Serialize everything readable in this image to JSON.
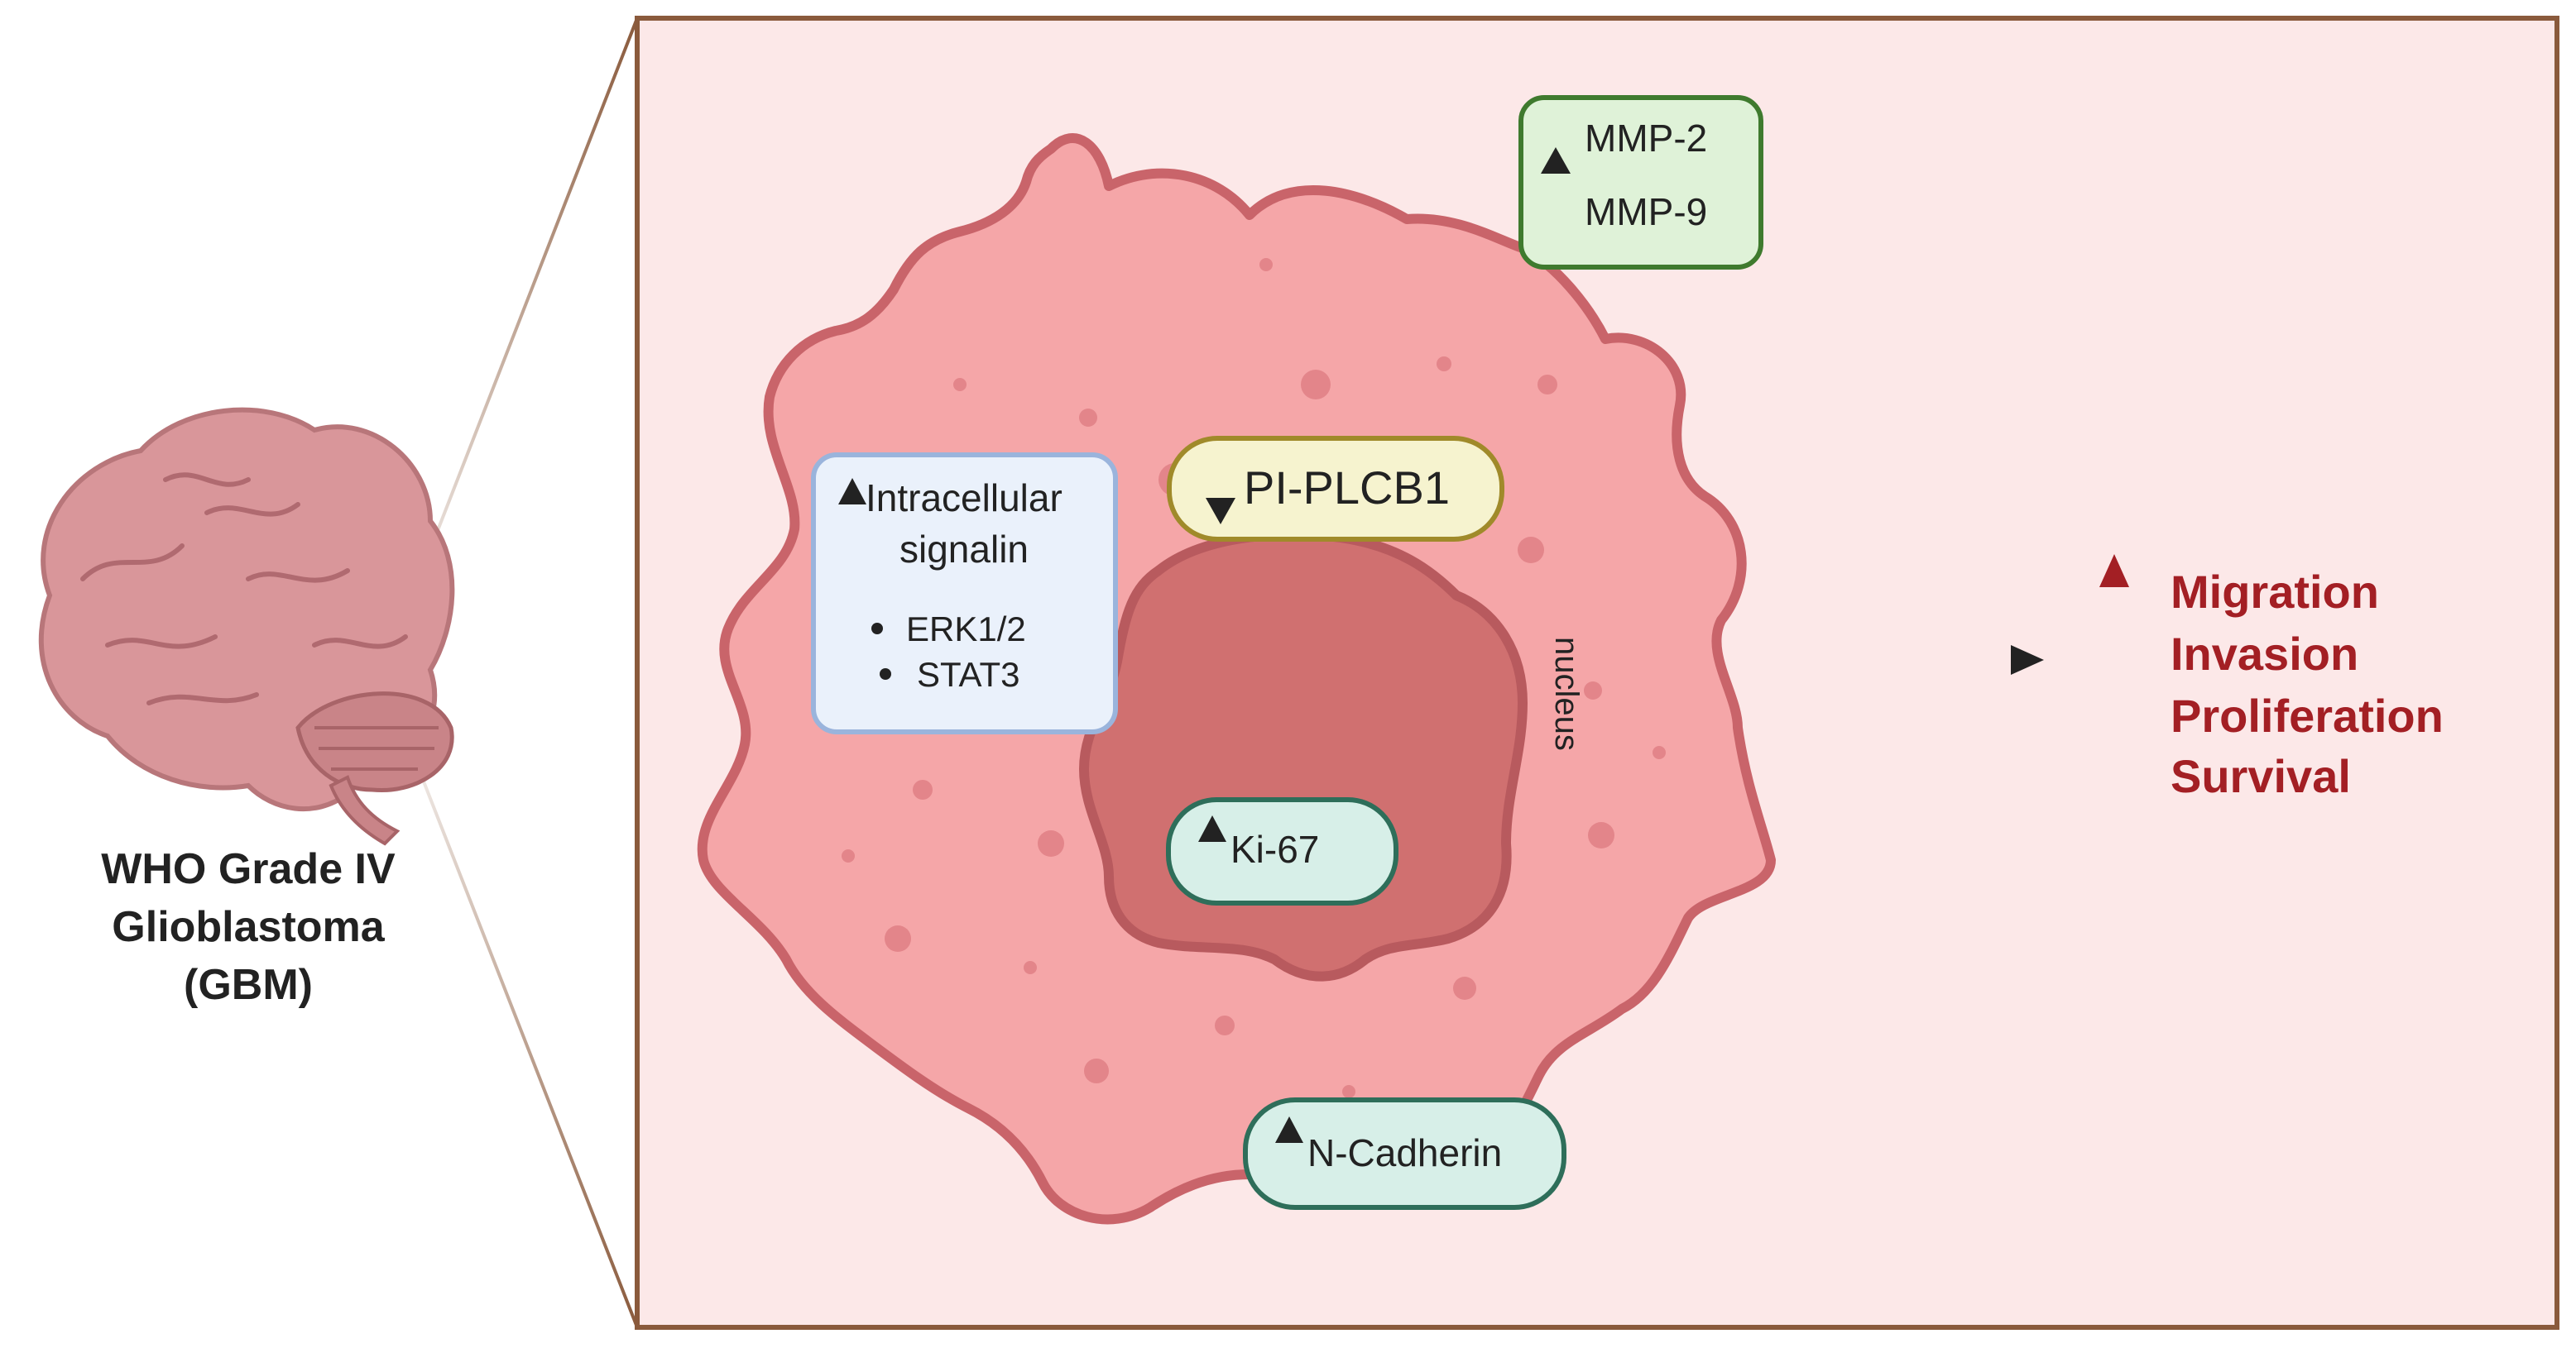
{
  "left_label": {
    "line1": "WHO Grade IV",
    "line2": "Glioblastoma",
    "line3": "(GBM)"
  },
  "icons": {
    "brain": "brain-icon",
    "cell": "cancer-cell-icon",
    "up_arrow": "up-arrow-icon",
    "down_arrow": "down-arrow-icon",
    "right_arrow": "right-arrow-icon"
  },
  "boxes": {
    "mmp": {
      "line1": "MMP-2",
      "line2": "MMP-9",
      "direction": "up"
    },
    "intracellular": {
      "title_line1": "Intracellular",
      "title_line2": "signalin",
      "direction": "up",
      "items": [
        "ERK1/2",
        "STAT3"
      ]
    },
    "plcb1": {
      "label": "PI-PLCB1",
      "direction": "down"
    },
    "ki67": {
      "label": "Ki-67",
      "direction": "up"
    },
    "ncadherin": {
      "label": "N-Cadherin",
      "direction": "up"
    }
  },
  "nucleus_label": "nucleus",
  "outcomes": {
    "direction": "up",
    "items": [
      "Migration",
      "Invasion",
      "Proliferation",
      "Survival"
    ]
  },
  "colors": {
    "panel_bg": "#fce8e8",
    "panel_border": "#8a5a3c",
    "cell_fill": "#f5a6a8",
    "cell_stroke": "#c9646a",
    "nucleus_fill": "#d07070",
    "nucleus_stroke": "#b85a5e",
    "outcome_red": "#a31f24",
    "mmp_fill": "#dff2d8",
    "mmp_stroke": "#3f7a2e",
    "intra_fill": "#eaf1fb",
    "intra_stroke": "#9ab4dc",
    "plcb1_fill": "#f6f3cf",
    "plcb1_stroke": "#a08a2a",
    "teal_fill": "#d7efe8",
    "teal_stroke": "#2e6e5a"
  }
}
